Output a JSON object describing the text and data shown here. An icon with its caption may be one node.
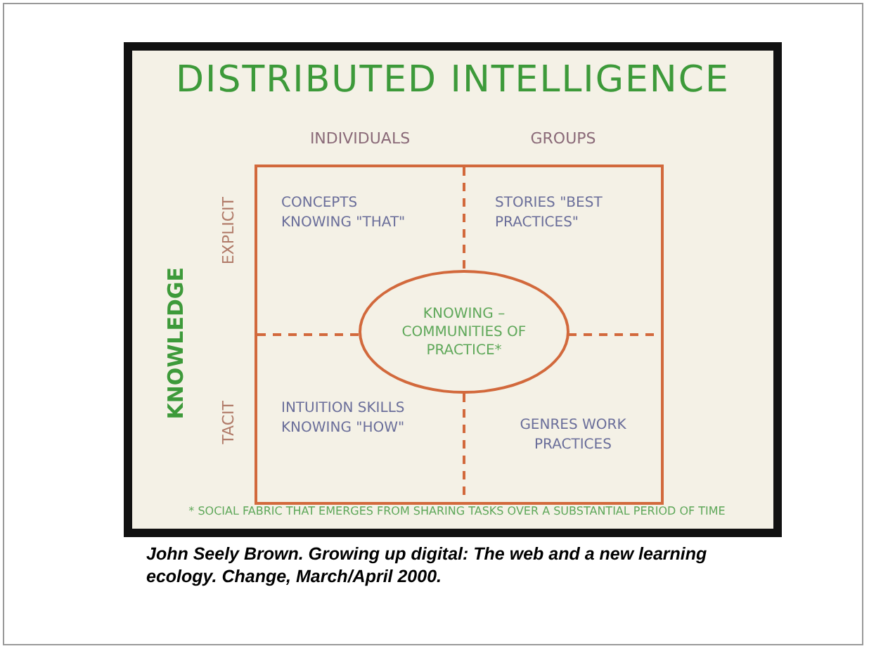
{
  "diagram": {
    "title": "DISTRIBUTED INTELLIGENCE",
    "caption": "John Seely Brown. Growing up digital: The web and a new learning ecology. Change, March/April 2000.",
    "nodes": [
      {
        "text": [
          "CONCEPTS KNOWING \"THAT\""
        ]
      },
      {
        "text": [
          "STORIES \"BEST PRACTICES\""
        ]
      },
      {
        "text": [
          "KNOWING – COMMUNITIES OF PRACTICE*"
        ]
      },
      {
        "text": [
          "INTUITION SKILLS KNOWING \"HOW\""
        ]
      },
      {
        "text": [
          "GENRES WORK PRACTICES"
        ]
      }
    ],
    "edges": [],
    "labels": [
      "INDIVIDUALS",
      "GROUPS",
      "KNOWLEDGE",
      "EXPLICIT",
      "TACIT",
      "* SOCIAL FABRIC THAT EMERGES FROM SHARING TASKS OVER A SUBSTANTIAL PERIOD OF TIME"
    ]
  }
}
